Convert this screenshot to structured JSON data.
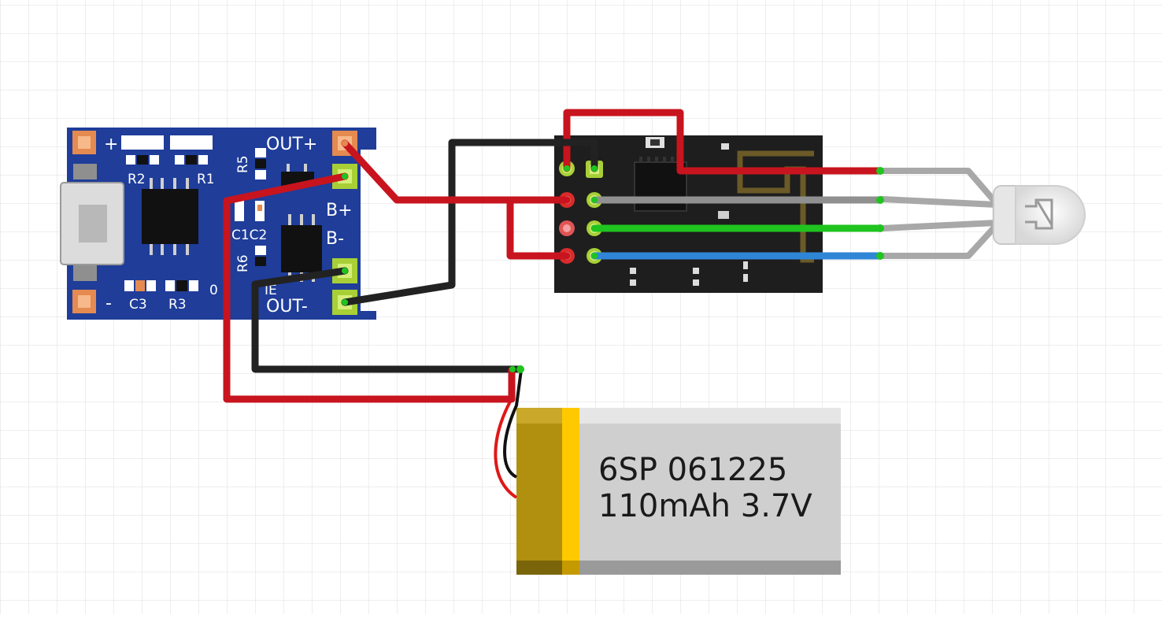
{
  "charger_module": {
    "labels": {
      "plus": "+",
      "minus": "-",
      "out_plus": "OUT+",
      "out_minus": "OUT-",
      "b_plus": "B+",
      "b_minus": "B-",
      "r1": "R1",
      "r2": "R2",
      "r3": "R3",
      "r5": "R5",
      "r6": "R6",
      "c1c2": "C1C2",
      "c3": "C3",
      "zero": "0",
      "ie": "IE"
    }
  },
  "battery": {
    "line1": "6SP 061225",
    "line2": "110mAh 3.7V"
  },
  "colors": {
    "wire_red": "#c8141e",
    "wire_black": "#222222",
    "wire_gray": "#9a9a9a",
    "wire_green": "#1fc41f",
    "wire_blue": "#2f86d6",
    "pcb_blue": "#1f3d99",
    "esp_board": "#1e1e1e",
    "battery_gold": "#b0900e",
    "battery_yellow": "#ffc900",
    "battery_gray": "#cfcfcf"
  }
}
